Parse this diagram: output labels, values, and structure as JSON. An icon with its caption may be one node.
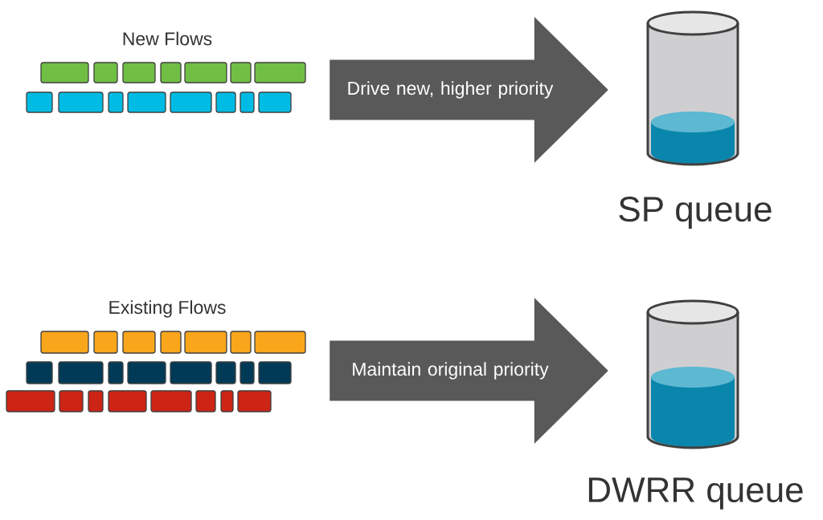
{
  "diagram": {
    "nodes": [
      {
        "text": [
          "New Flows"
        ]
      },
      {
        "text": [],
        "shape": "cylinder",
        "beside": [
          "SP queue"
        ]
      },
      {
        "text": [
          "Existing Flows"
        ]
      },
      {
        "text": [],
        "shape": "cylinder",
        "beside": [
          "DWRR queue"
        ]
      }
    ],
    "edges": [
      {
        "from": 0,
        "to": 1,
        "arrow": "to",
        "label": "Drive new, higher priority"
      },
      {
        "from": 2,
        "to": 3,
        "arrow": "to",
        "label": "Maintain original priority"
      }
    ]
  }
}
